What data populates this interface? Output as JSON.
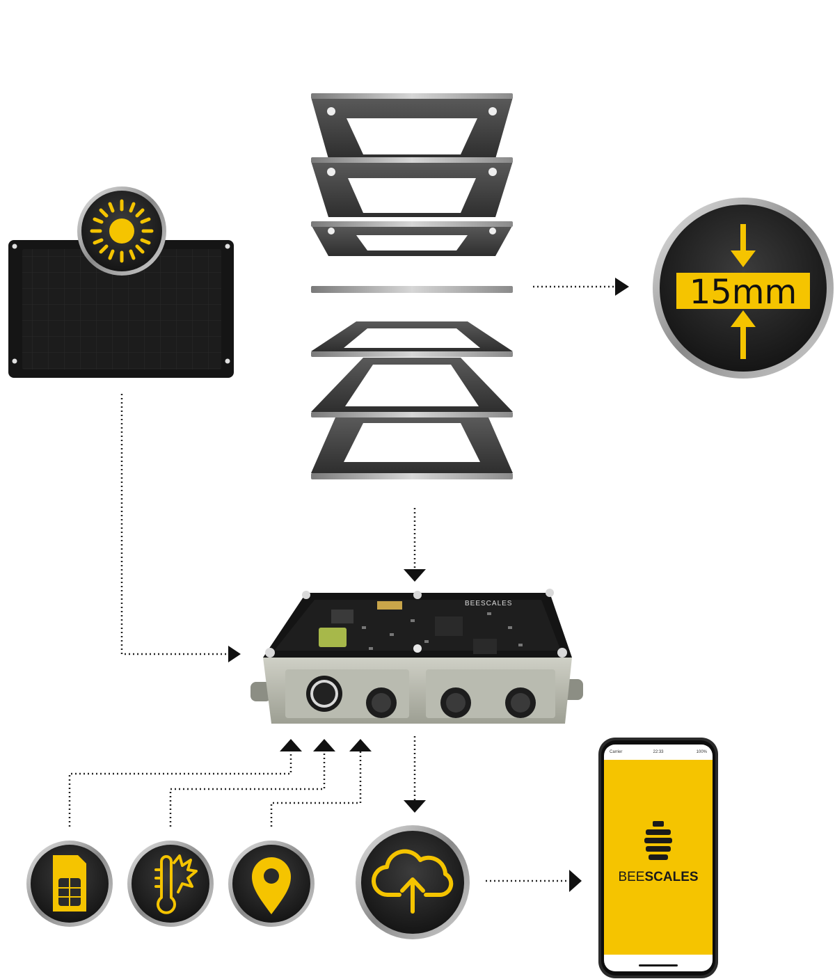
{
  "badge": {
    "thickness_text": "15mm"
  },
  "board": {
    "brand_text": "BEESCALES"
  },
  "phone": {
    "status_carrier": "Carrier",
    "status_time": "22:33",
    "status_battery": "100%",
    "brand_light": "BEE",
    "brand_bold": "SCALES"
  },
  "colors": {
    "accent_yellow": "#f5c400",
    "icon_dark": "#2b2b2b",
    "frame_dark": "#3a3a3a",
    "frame_edge": "#9a9a9a",
    "arrow": "#111111"
  },
  "icons": [
    "sun-icon",
    "thickness-arrows-icon",
    "sim-card-icon",
    "temperature-icon",
    "location-pin-icon",
    "cloud-upload-icon",
    "beescales-logo-icon"
  ]
}
